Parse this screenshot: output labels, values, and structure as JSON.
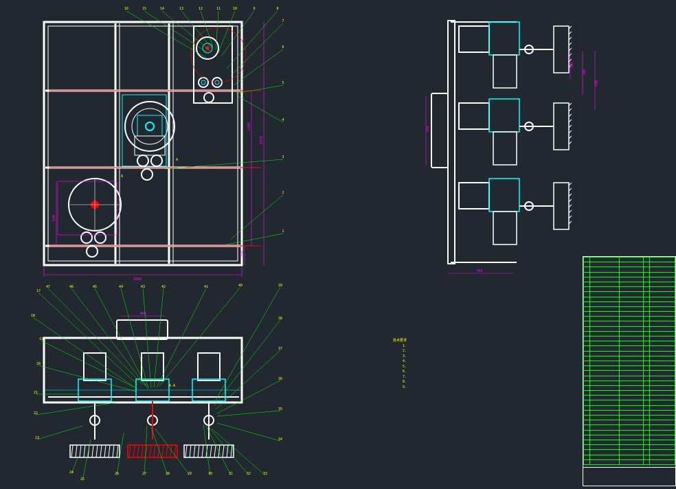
{
  "drawing": {
    "title": "",
    "colors": {
      "background": "#212830",
      "frame": "#ffffff",
      "dimension": "#ff00ff",
      "leader": "#00ff00",
      "centerline": "#00ffff",
      "highlight": "#ff0000",
      "note": "#ffff00"
    }
  },
  "top_view": {
    "dims": {
      "width": "1800",
      "height_total": "2070",
      "height_mid": "1200",
      "height_left": "520",
      "height_bottom": "150"
    },
    "part_labels": [
      "16",
      "15",
      "14",
      "13",
      "12",
      "11",
      "10",
      "9",
      "8",
      "7",
      "6",
      "5",
      "4",
      "3",
      "2",
      "1"
    ],
    "section_mark": "A"
  },
  "side_view": {
    "dims": {
      "width": "500",
      "d1": "320",
      "d2": "380",
      "d3": "440",
      "d4": "950"
    }
  },
  "front_view": {
    "dims": {
      "top": "480"
    },
    "section_label": "A-A",
    "left_labels": [
      "17",
      "18",
      "19",
      "20",
      "21",
      "22",
      "23"
    ],
    "top_labels": [
      "47",
      "46",
      "45",
      "44",
      "43",
      "42",
      "41",
      "40"
    ],
    "right_labels": [
      "39",
      "38",
      "37",
      "36",
      "35",
      "34"
    ],
    "bottom_labels": [
      "24",
      "25",
      "26",
      "27",
      "28",
      "29",
      "30",
      "31",
      "32",
      "33"
    ]
  },
  "notes": {
    "title": "技术要求",
    "lines": [
      "1.",
      "2.",
      "3.",
      "4.",
      "5.",
      "6.",
      "7.",
      "8.",
      "9."
    ]
  },
  "bom": {
    "rows": 42
  }
}
